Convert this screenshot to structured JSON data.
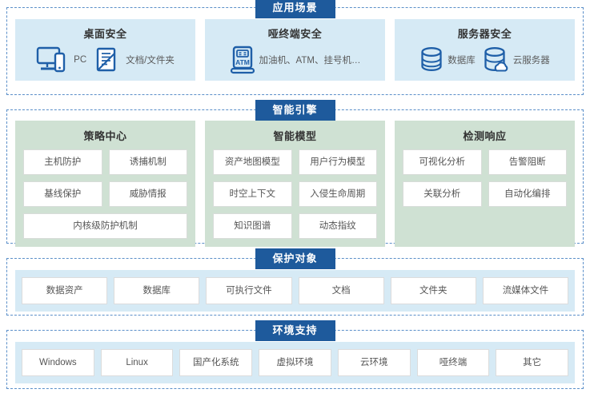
{
  "sections": [
    {
      "badge": "应用场景",
      "panels": [
        {
          "title": "桌面安全",
          "items": [
            {
              "icon": "monitor-phone-icon",
              "label": "PC"
            },
            {
              "icon": "document-folder-icon",
              "label": "文档/文件夹"
            }
          ]
        },
        {
          "title": "哑终端安全",
          "items": [
            {
              "icon": "atm-kiosk-icon",
              "label": "加油机、ATM、挂号机…"
            }
          ]
        },
        {
          "title": "服务器安全",
          "items": [
            {
              "icon": "database-icon",
              "label": "数据库"
            },
            {
              "icon": "cloud-server-icon",
              "label": "云服务器"
            }
          ]
        }
      ]
    },
    {
      "badge": "智能引擎",
      "panels": [
        {
          "title": "策略中心",
          "cells": [
            {
              "label": "主机防护",
              "wide": false
            },
            {
              "label": "诱捕机制",
              "wide": false
            },
            {
              "label": "基线保护",
              "wide": false
            },
            {
              "label": "威胁情报",
              "wide": false
            },
            {
              "label": "内核级防护机制",
              "wide": true
            }
          ]
        },
        {
          "title": "智能模型",
          "cells": [
            {
              "label": "资产地图模型",
              "wide": false
            },
            {
              "label": "用户行为模型",
              "wide": false
            },
            {
              "label": "时空上下文",
              "wide": false
            },
            {
              "label": "入侵生命周期",
              "wide": false
            },
            {
              "label": "知识图谱",
              "wide": false
            },
            {
              "label": "动态指纹",
              "wide": false
            }
          ]
        },
        {
          "title": "检测响应",
          "cells": [
            {
              "label": "可视化分析",
              "wide": false
            },
            {
              "label": "告警阻断",
              "wide": false
            },
            {
              "label": "关联分析",
              "wide": false
            },
            {
              "label": "自动化编排",
              "wide": false
            }
          ]
        }
      ]
    },
    {
      "badge": "保护对象",
      "chips": [
        "数据资产",
        "数据库",
        "可执行文件",
        "文档",
        "文件夹",
        "流媒体文件"
      ]
    },
    {
      "badge": "环境支持",
      "chips": [
        "Windows",
        "Linux",
        "国产化系统",
        "虚拟环境",
        "云环境",
        "哑终端",
        "其它"
      ]
    }
  ],
  "colors": {
    "badge_blue": "#1e5a9c",
    "dashed_border": "#5b8fc9",
    "panel_blue": "#d6eaf5",
    "panel_green": "#cfe1d3",
    "icon_blue": "#1f5fa8",
    "text_gray": "#555555"
  }
}
